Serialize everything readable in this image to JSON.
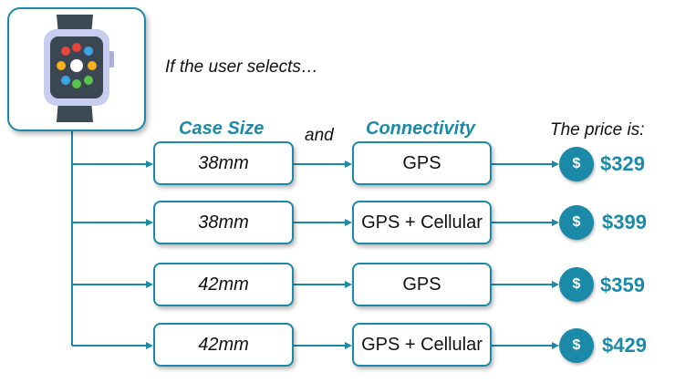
{
  "intro": "If the user selects…",
  "headers": {
    "case_size": "Case Size",
    "and": "and",
    "connectivity": "Connectivity",
    "price_is": "The price is:"
  },
  "currency_symbol": "$",
  "rows": [
    {
      "case_size": "38mm",
      "connectivity": "GPS",
      "price": "$329"
    },
    {
      "case_size": "38mm",
      "connectivity": "GPS + Cellular",
      "price": "$399"
    },
    {
      "case_size": "42mm",
      "connectivity": "GPS",
      "price": "$359"
    },
    {
      "case_size": "42mm",
      "connectivity": "GPS + Cellular",
      "price": "$429"
    }
  ],
  "icons": {
    "device": "smartwatch-icon",
    "price_marker": "dollar-coin-icon"
  },
  "colors": {
    "accent": "#1a8aa8",
    "text": "#111111"
  }
}
